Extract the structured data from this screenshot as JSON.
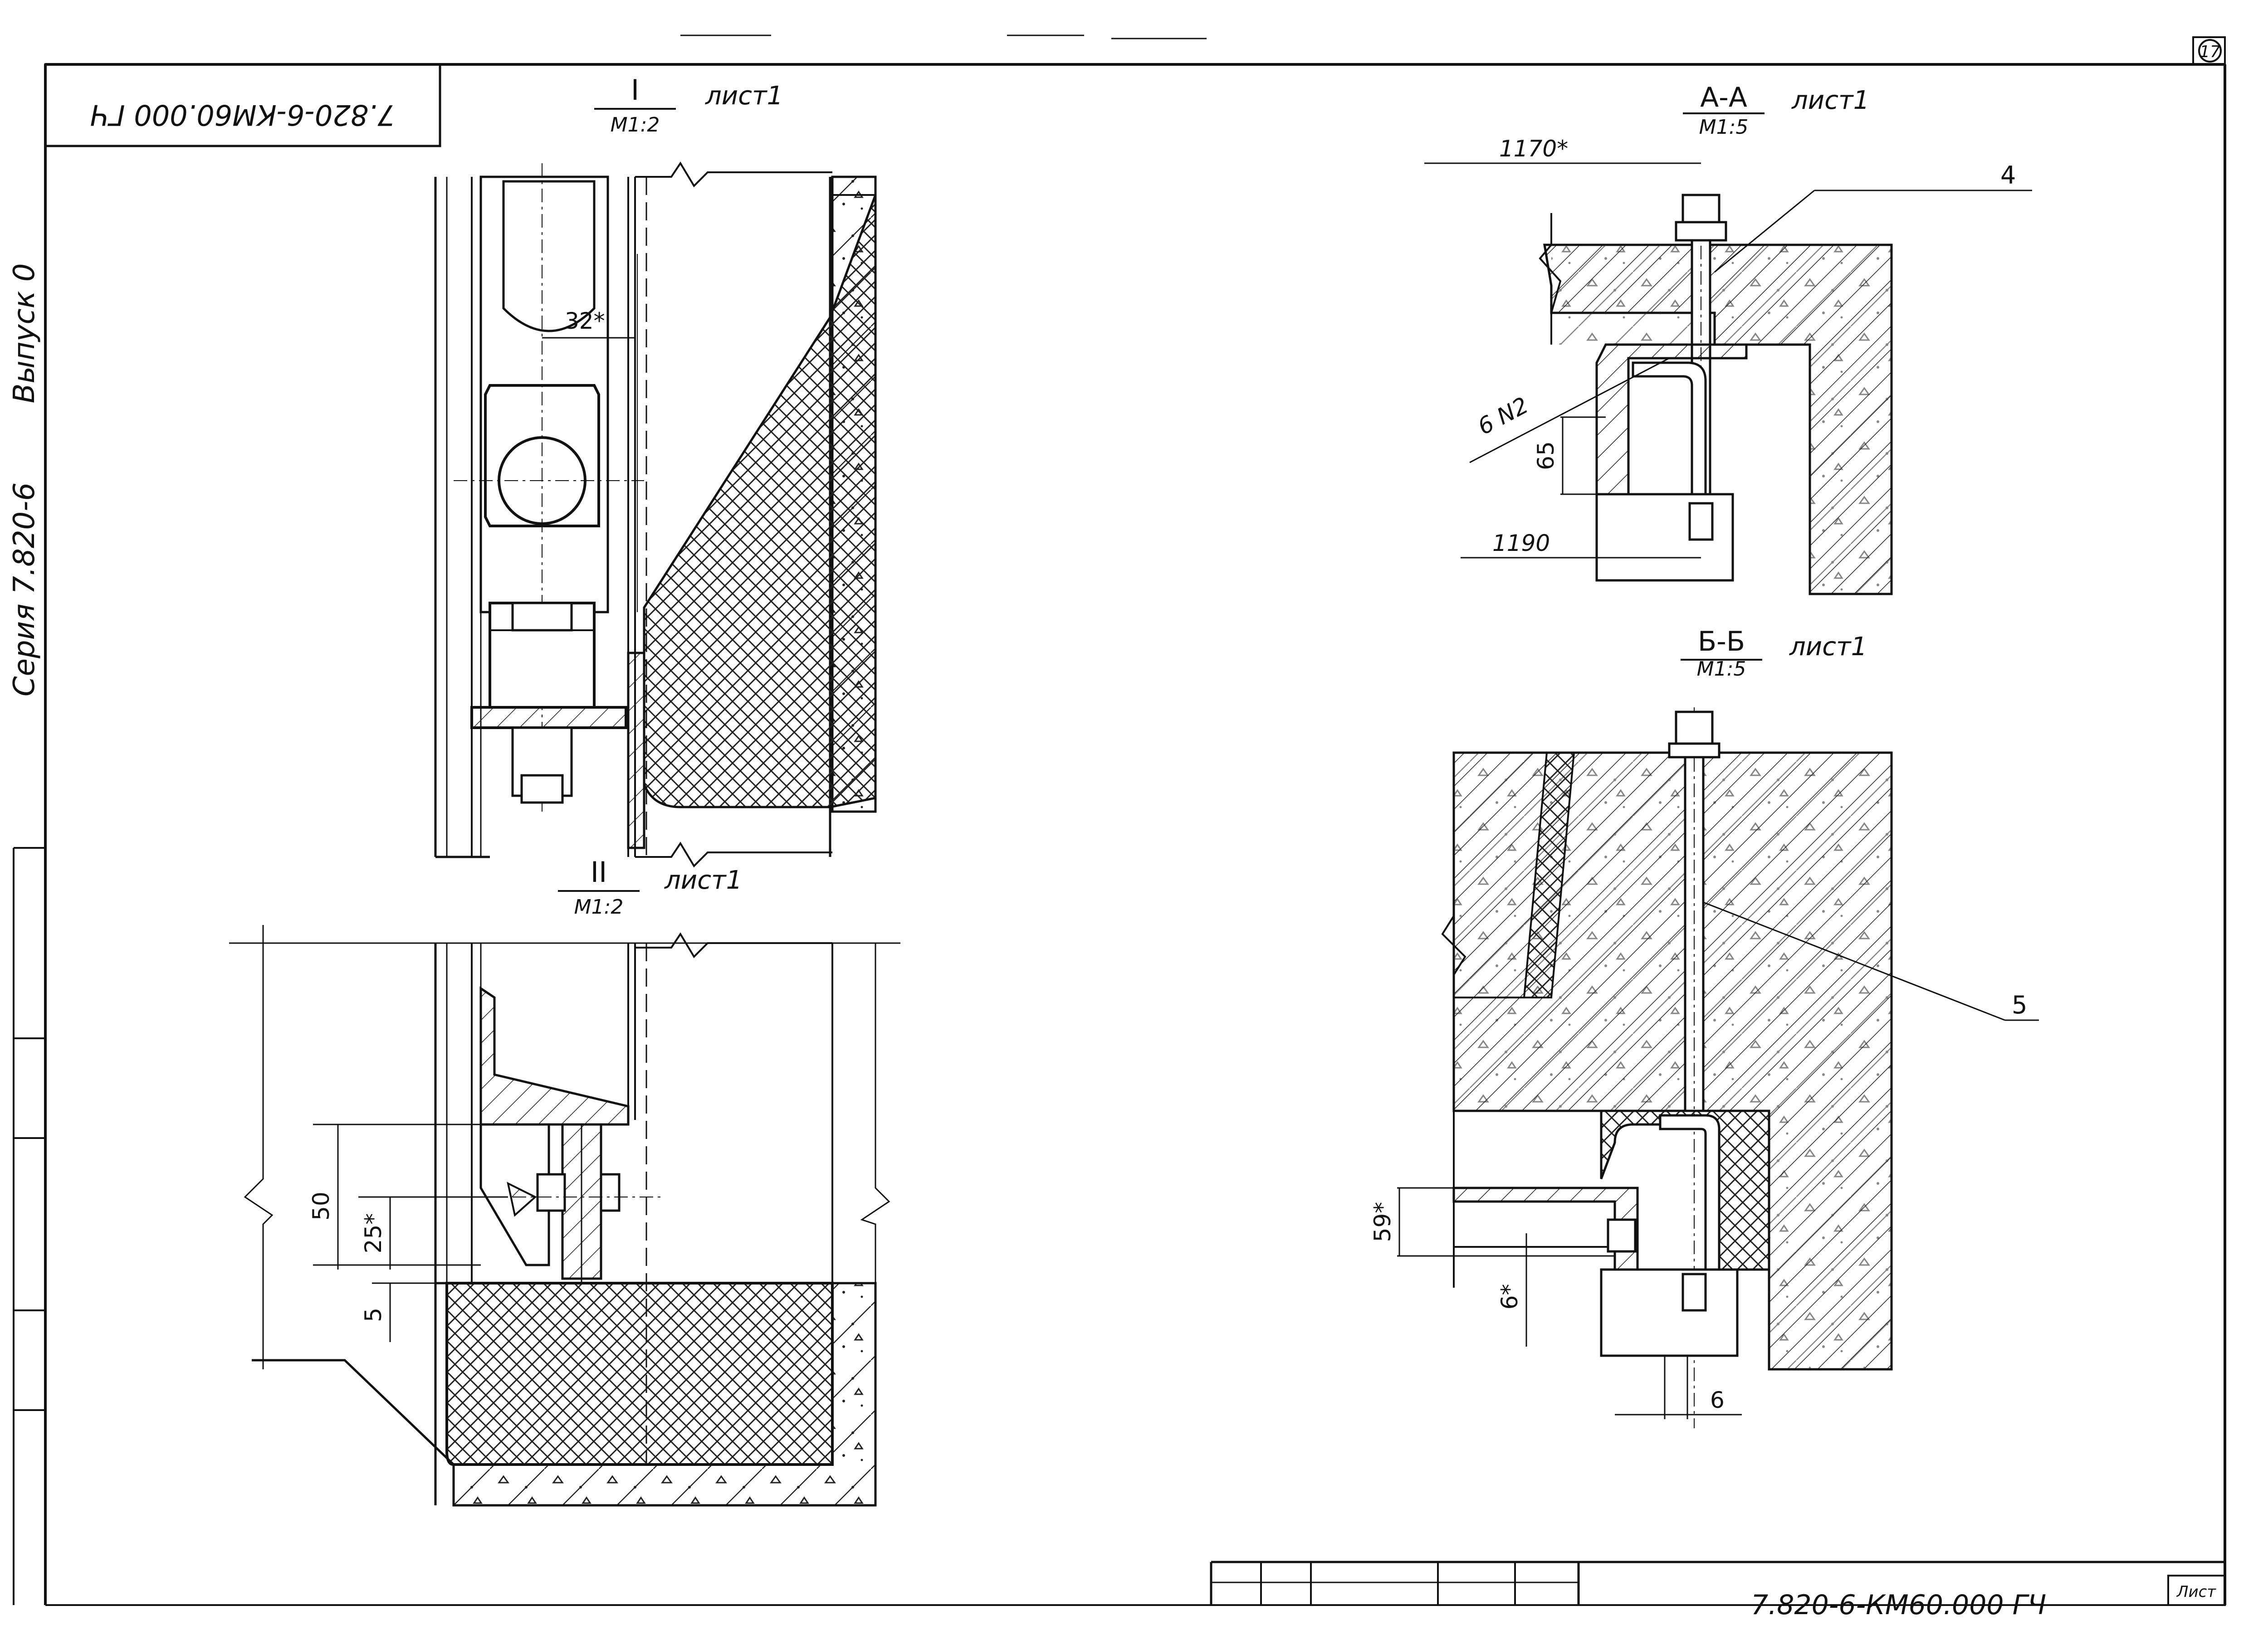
{
  "stamp": {
    "doc_code": "7.820-6-КМ60.000 ГЧ"
  },
  "side_strip": {
    "series_label": "Серия 7.820-6",
    "issue_label": "Выпуск 0"
  },
  "sheet_number": "17",
  "views": {
    "detail_1": {
      "mark": "I",
      "scale": "М1:2",
      "sheet_ref": "лист1",
      "dim_32": "32*"
    },
    "detail_2": {
      "mark": "II",
      "scale": "М1:2",
      "sheet_ref": "лист1",
      "dim_50": "50",
      "dim_25": "25*",
      "dim_5": "5"
    },
    "section_aa": {
      "mark": "А-А",
      "scale": "М1:5",
      "sheet_ref": "лист1",
      "dim_1170": "1170*",
      "dim_1190": "1190",
      "dim_65": "65",
      "callout_4": "4",
      "weld_note": "6 N2"
    },
    "section_bb": {
      "mark": "Б-Б",
      "scale": "М1:5",
      "sheet_ref": "лист1",
      "callout_5": "5",
      "dim_59": "59*",
      "dim_6v": "6*",
      "dim_6": "6"
    }
  },
  "title_block": {
    "sheet_label": "Лист",
    "doc_code_partial": "7.820-6-КМ60.000 ГЧ"
  }
}
